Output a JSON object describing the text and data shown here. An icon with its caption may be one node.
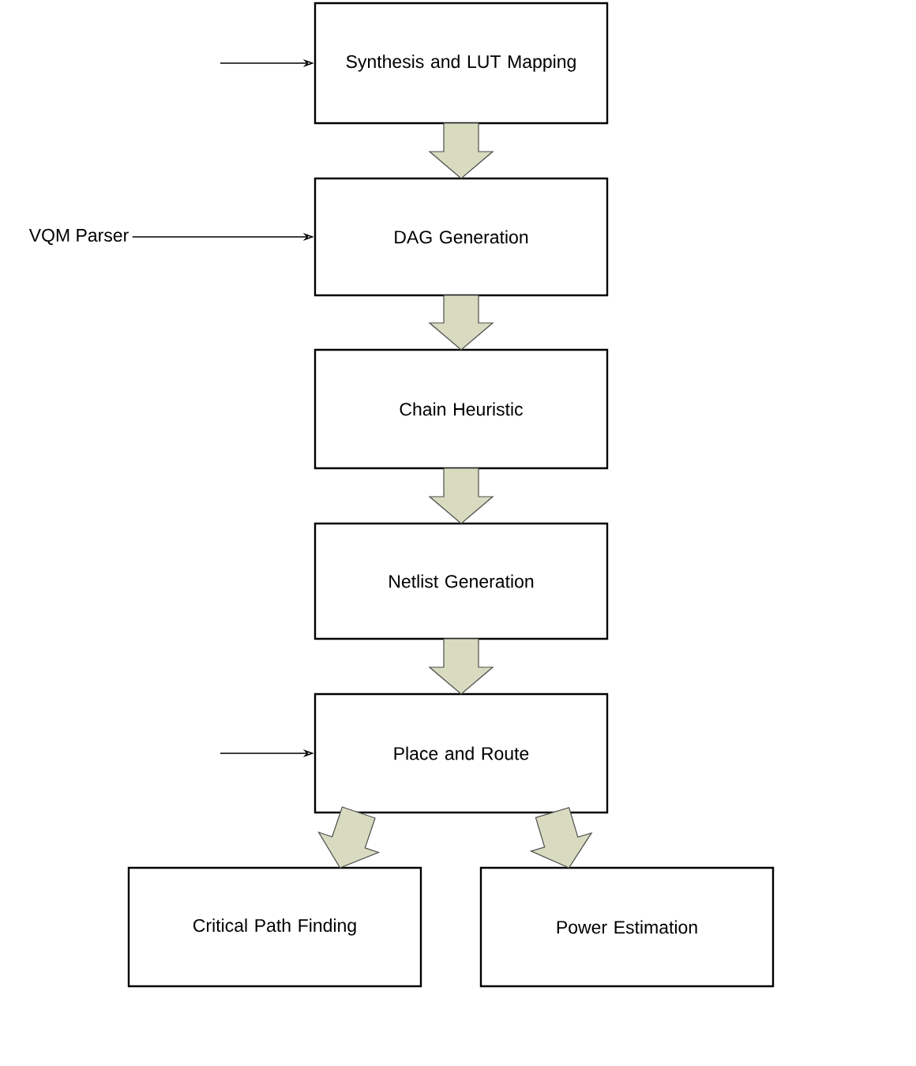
{
  "diagram": {
    "nodes": [
      {
        "text": [
          "Synthesis and LUT Mapping"
        ]
      },
      {
        "text": [
          "DAG Generation"
        ]
      },
      {
        "text": [
          "Chain Heuristic"
        ]
      },
      {
        "text": [
          "Netlist Generation"
        ]
      },
      {
        "text": [
          "Place and Route"
        ]
      },
      {
        "text": [
          "Critical Path Finding"
        ]
      },
      {
        "text": [
          "Power Estimation"
        ]
      },
      {
        "text": [
          "VQM Parser"
        ]
      }
    ],
    "edges": [
      {
        "from": 0,
        "to": 1,
        "arrow": "to",
        "style": "thick"
      },
      {
        "from": 1,
        "to": 2,
        "arrow": "to",
        "style": "thick"
      },
      {
        "from": 2,
        "to": 3,
        "arrow": "to",
        "style": "thick"
      },
      {
        "from": 3,
        "to": 4,
        "arrow": "to",
        "style": "thick"
      },
      {
        "from": 4,
        "to": 5,
        "arrow": "to",
        "style": "thick"
      },
      {
        "from": 4,
        "to": 6,
        "arrow": "to",
        "style": "thick"
      },
      {
        "from": null,
        "to": 0,
        "arrow": "to",
        "color": "#000000"
      },
      {
        "from": 7,
        "to": 1,
        "arrow": "to",
        "color": "#000000"
      },
      {
        "from": null,
        "to": 4,
        "arrow": "to",
        "color": "#000000"
      }
    ]
  }
}
